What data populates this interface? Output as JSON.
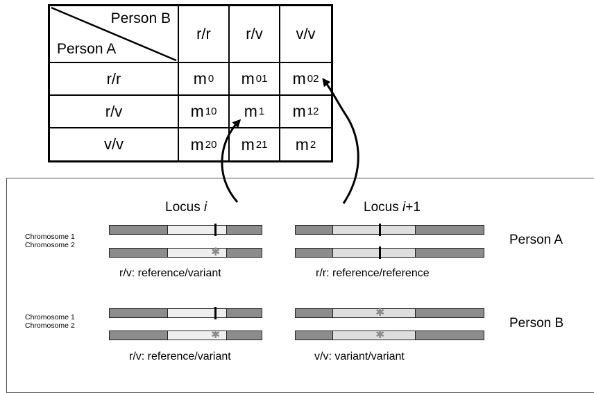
{
  "table": {
    "corner": {
      "top_right": "Person B",
      "bottom_left": "Person A"
    },
    "col_headers": [
      "r/r",
      "r/v",
      "v/v"
    ],
    "row_headers": [
      "r/r",
      "r/v",
      "v/v"
    ],
    "cells": [
      [
        {
          "base": "m",
          "sub": "0"
        },
        {
          "base": "m",
          "sub": "01"
        },
        {
          "base": "m",
          "sub": "02"
        }
      ],
      [
        {
          "base": "m",
          "sub": "10"
        },
        {
          "base": "m",
          "sub": "1"
        },
        {
          "base": "m",
          "sub": "12"
        }
      ],
      [
        {
          "base": "m",
          "sub": "20"
        },
        {
          "base": "m",
          "sub": "21"
        },
        {
          "base": "m",
          "sub": "2"
        }
      ]
    ]
  },
  "loci": {
    "left": {
      "prefix": "Locus ",
      "var": "i",
      "suffix": ""
    },
    "right": {
      "prefix": "Locus ",
      "var": "i",
      "suffix": "+1"
    }
  },
  "chromosome_labels": {
    "chr1": "Chromosome 1",
    "chr2": "Chromosome 2"
  },
  "persons": [
    "Person A",
    "Person B"
  ],
  "captions": {
    "a_left": "r/v: reference/variant",
    "a_right": "r/r: reference/reference",
    "b_left": "r/v: reference/variant",
    "b_right": "v/v: variant/variant"
  },
  "colors": {
    "dark_segment": "#8c8c8c",
    "variant_star": "#8a8a8a",
    "ink": "#000000"
  }
}
